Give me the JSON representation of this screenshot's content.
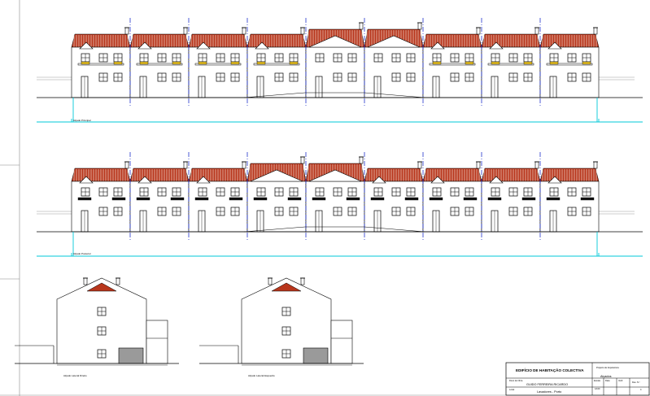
{
  "sheet": {
    "colors": {
      "roof": "#b8361c",
      "roof_stripe": "#f3ddd2",
      "line": "#000000",
      "axis": "#2233cc",
      "ground": "#00c8d8",
      "flower": "#e8c020",
      "door": "#9a9a9a"
    }
  },
  "elevations": {
    "principal_caption": "Alçado Principal",
    "posterior_caption": "Alçado Posterior",
    "lateral_left_caption": "Alçado Lateral Direito",
    "lateral_right_caption": "Alçado Lateral Esquerdo"
  },
  "title_block": {
    "project_title": "EDIFÍCIO DE HABITAÇÃO COLECTIVA",
    "project_label": "Projecto de Arquitectura",
    "drawing_label": "Alçados",
    "owner_label": "Dono de Obra",
    "owner_name": "GUIDO FERREIRA RICARDO",
    "location_label": "Local",
    "location": "Lavadores - Porto",
    "scale_label": "Escala",
    "scale": "1/100",
    "date_label": "Data",
    "checked_label": "Verif.",
    "number_label": "Des. N.º",
    "number": "4"
  }
}
